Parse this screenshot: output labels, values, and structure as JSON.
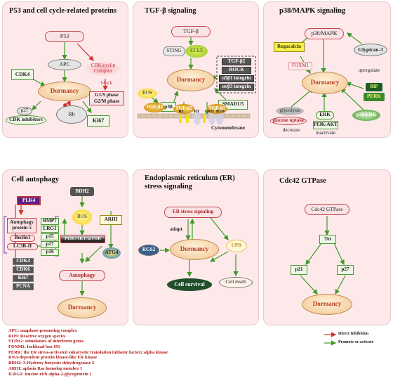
{
  "panels": {
    "p53": {
      "title": "P53 and cell cycle-related proteins",
      "nodes": {
        "p53": "P53",
        "apc": "APC",
        "cdk_cyclin": "CDK/cyclin Complex",
        "cdk4": "CDK4",
        "dormancy": "Dormancy",
        "block": "block",
        "g1s": "G1/S phase",
        "g2m": "G2/M phase",
        "p27": "p27",
        "cdk_inh": "CDK inhibitors",
        "rb": "Rb",
        "ki67": "Ki67"
      }
    },
    "tgf": {
      "title": "TGF-β signaling",
      "nodes": {
        "tgfb": "TGF-β",
        "sting": "STING",
        "ccl5": "CCL5",
        "tgfb2": "TGF-β2",
        "rock": "ROCK",
        "a5b1": "α5β1 integrin",
        "avb3": "αvβ3 integrin",
        "dormancy": "Dormancy",
        "ros": "ROS",
        "p38": "p38",
        "smad": "SMAD1/5",
        "tgfb2_a": "TGF-β2",
        "tgfb2_b": "TGF-β2",
        "tgfb2_c": "TGF-β2",
        "ri": "RI",
        "ri2": "RI",
        "rii": "RII",
        "riii": "RIII",
        "membrane": "Cytomembrane"
      }
    },
    "mapk": {
      "title": "p38/MAPK signaling",
      "nodes": {
        "p38mapk": "p38/MAPK",
        "regucalcin": "Regucalcin",
        "glypican": "Glypican-3",
        "foxm1": "FOXM1",
        "upregulate": "upregulate",
        "dormancy": "Dormancy",
        "bip": "BiP",
        "perk": "PERK",
        "glycolysis": "glycolysis",
        "glucose": "glucose uptake",
        "erk": "ERK",
        "pi3k": "PI3K/AKT",
        "p38erk": "p38/ERK",
        "decrease": "decrease",
        "inactivate": "inactivate"
      }
    },
    "autophagy": {
      "title": "Cell autophagy",
      "nodes": {
        "plk4": "PLK4",
        "bdh2": "BDH2",
        "ros": "ROS",
        "arhi": "ARHI",
        "ap5": "Autophagy protein 5",
        "beclin": "Beclin1",
        "lc3b": "LC3B-II",
        "bmp7": "BMP7",
        "lrg1": "LRG1",
        "p15": "p15",
        "p27": "p27",
        "p16": "p16",
        "pi3k": "PI3K/AKT/mTOR",
        "atg4": "ATG4",
        "cdk4": "CDK4",
        "cdk6": "CDK6",
        "ki67": "Ki67",
        "pcna": "PCNA",
        "autophagy": "Autophagy",
        "dormancy": "Dormancy"
      }
    },
    "er": {
      "title1": "Endoplasmic reticulum (ER)",
      "title2": "stress signaling",
      "nodes": {
        "er": "ER stress signaling",
        "adapt": "adapt",
        "rgs2": "RGS2",
        "dormancy": "Dormancy",
        "upr": "UPR",
        "survival": "Cell survival",
        "death": "Cell death"
      }
    },
    "cdc42": {
      "title": "Cdc42 GTPase",
      "nodes": {
        "cdc42": "Cdc42 GTPase",
        "tet": "Tet",
        "p21": "p21",
        "p27": "p27",
        "dormancy": "Dormancy"
      }
    }
  },
  "abbreviations": [
    "APC: anaphase-promoting complex",
    "ROS: Reactive oxygen species",
    "STING: stimulators of interferon genes",
    "FOXM1: forkhead box M1",
    "PERK: the ER stress-activated eukaryotic translation initiator factor2 alpha kinase",
    "RNA-dependent protein kinase-like ER kinase",
    "BDH2: 3-Hydroxy butyrate dehydrogenase 2",
    "ARHI: aplasia Ras homolog member I",
    "ILRG1: leucine-rich alpha-2-glycoprotein 1"
  ],
  "legend": {
    "inhibition": "Direct Inhibition",
    "promote": "Promote or activate"
  },
  "colors": {
    "promote": "#3f9a2a",
    "inhibit": "#d0342c",
    "panel_bg": "#fde9ea"
  }
}
